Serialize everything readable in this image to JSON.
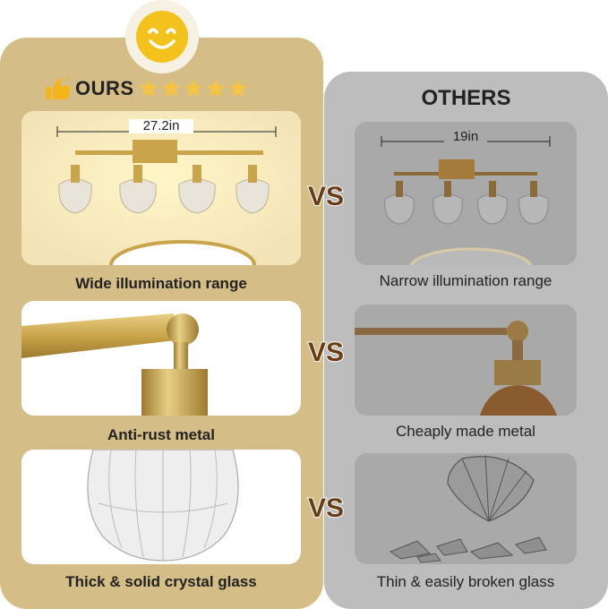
{
  "ours": {
    "label": "OURS",
    "rating_stars": 5,
    "dimension": "27.2in",
    "captions": [
      "Wide illumination range",
      "Anti-rust metal",
      "Thick & solid crystal glass"
    ]
  },
  "others": {
    "label": "OTHERS",
    "dimension": "19in",
    "captions": [
      "Narrow illumination range",
      "Cheaply made metal",
      "Thin & easily broken glass"
    ]
  },
  "vs_label": "VS",
  "colors": {
    "ours_panel": "#d4bd86",
    "others_panel": "#bdbdbd",
    "gold": "#c9a44a",
    "vs_brown": "#6b3d14",
    "star": "#f6c445"
  },
  "icons": [
    "smiley-face-icon",
    "thumbs-up-icon",
    "star-icon",
    "vs-badge-icon"
  ]
}
